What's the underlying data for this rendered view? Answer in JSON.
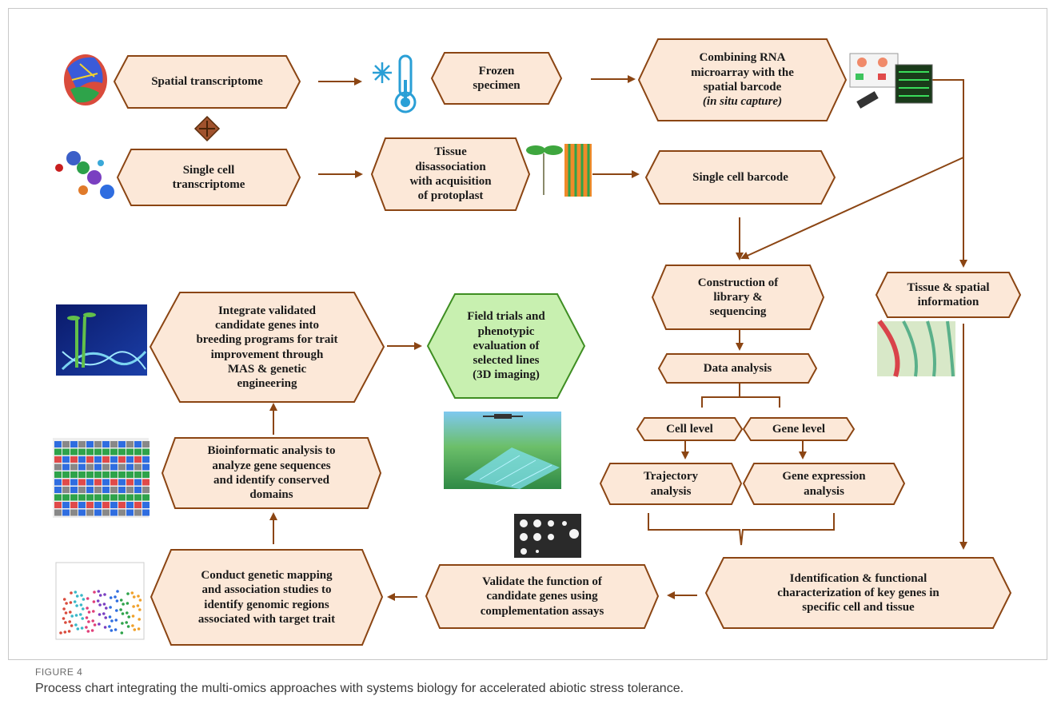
{
  "nodes": {
    "spatial_transcriptome": [
      "Spatial transcriptome"
    ],
    "frozen_specimen": [
      "Frozen",
      "specimen"
    ],
    "combining_rna": [
      "Combining RNA",
      "microarray with the",
      "spatial barcode"
    ],
    "combining_rna_italic": "(in situ capture)",
    "single_cell_transcriptome": [
      "Single cell",
      "transcriptome"
    ],
    "tissue_disassociation": [
      "Tissue",
      "disassociation",
      "with acquisition",
      "of protoplast"
    ],
    "single_cell_barcode": [
      "Single cell barcode"
    ],
    "construction_library": [
      "Construction of",
      "library &",
      "sequencing"
    ],
    "tissue_spatial": [
      "Tissue & spatial",
      "information"
    ],
    "integrate_genes": [
      "Integrate validated",
      "candidate genes into",
      "breeding programs for trait",
      "improvement through",
      "MAS & genetic",
      "engineering"
    ],
    "field_trials": [
      "Field trials and",
      "phenotypic",
      "evaluation of",
      "selected lines",
      "(3D imaging)"
    ],
    "data_analysis": [
      "Data analysis"
    ],
    "cell_level": [
      "Cell level"
    ],
    "gene_level": [
      "Gene level"
    ],
    "trajectory_analysis": [
      "Trajectory",
      "analysis"
    ],
    "gene_expression_analysis": [
      "Gene expression",
      "analysis"
    ],
    "bioinformatic_analysis": [
      "Bioinformatic analysis to",
      "analyze gene sequences",
      "and identify conserved",
      "domains"
    ],
    "conduct_mapping": [
      "Conduct genetic mapping",
      "and association studies to",
      "identify genomic regions",
      "associated with target trait"
    ],
    "validate_function": [
      "Validate the function of",
      "candidate genes using",
      "complementation assays"
    ],
    "identification_key_genes": [
      "Identification & functional",
      "characterization of key genes in",
      "specific cell and tissue"
    ]
  },
  "colors": {
    "node_fill": "#fce8d8",
    "node_border": "#8b4513",
    "green_fill": "#c8f0b0",
    "green_border": "#3e8e22",
    "arrow": "#8b4513"
  },
  "thumbnail_images": [
    "brain-tissue-map-image",
    "thermometer-snowflake-icon",
    "microarray-slide-image",
    "tsne-cluster-image",
    "seedling-tissue-image",
    "tissue-section-image",
    "dna-helix-plant-image",
    "sequence-alignment-image",
    "drone-field-image",
    "yeast-spot-assay-image",
    "manhattan-plot-image"
  ],
  "figure": {
    "label": "FIGURE 4",
    "caption": "Process chart integrating the multi-omics approaches with systems biology for accelerated abiotic stress tolerance."
  }
}
